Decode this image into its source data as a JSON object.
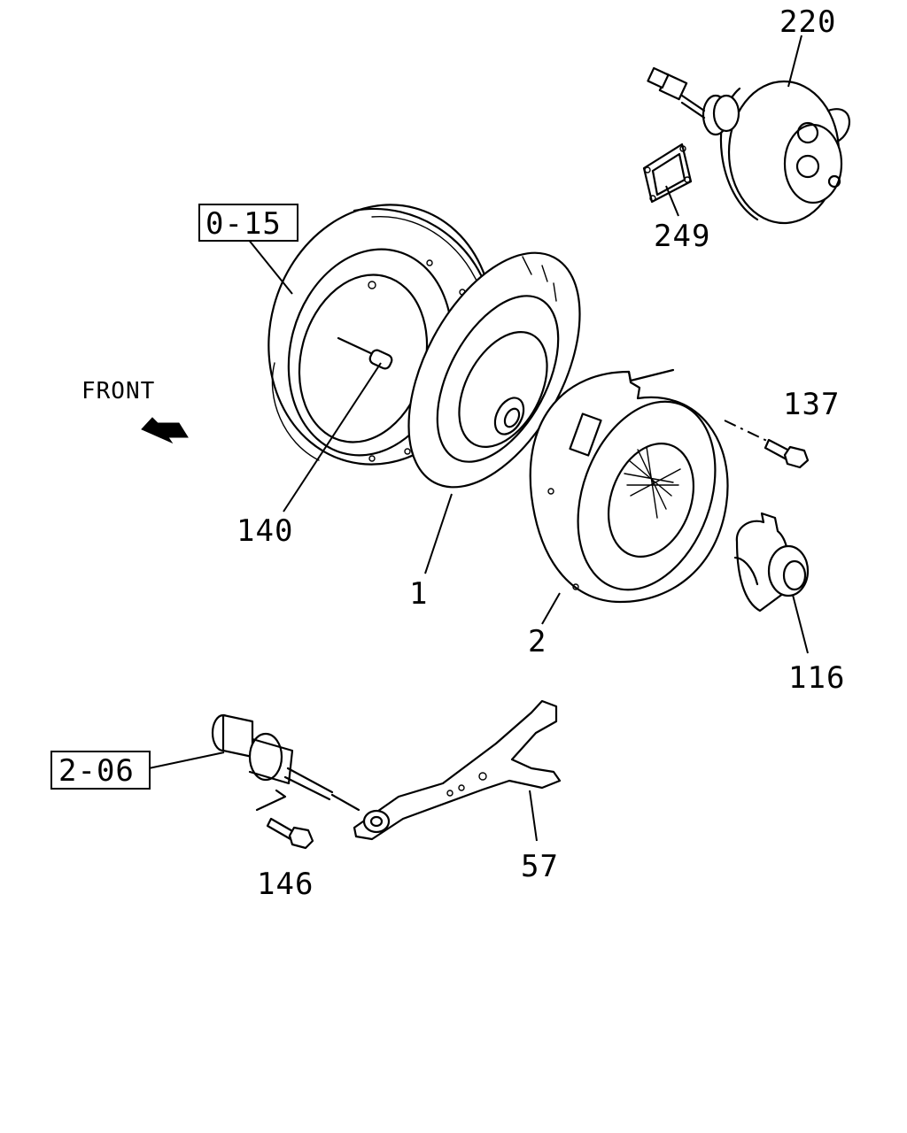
{
  "diagram": {
    "labels": {
      "p220": "220",
      "p249": "249",
      "p015": "0-15",
      "front": "FRONT",
      "p137": "137",
      "p140": "140",
      "p1": "1",
      "p2": "2",
      "p116": "116",
      "p206": "2-06",
      "p146": "146",
      "p57": "57"
    },
    "icons": [
      "front-arrow-icon"
    ]
  }
}
